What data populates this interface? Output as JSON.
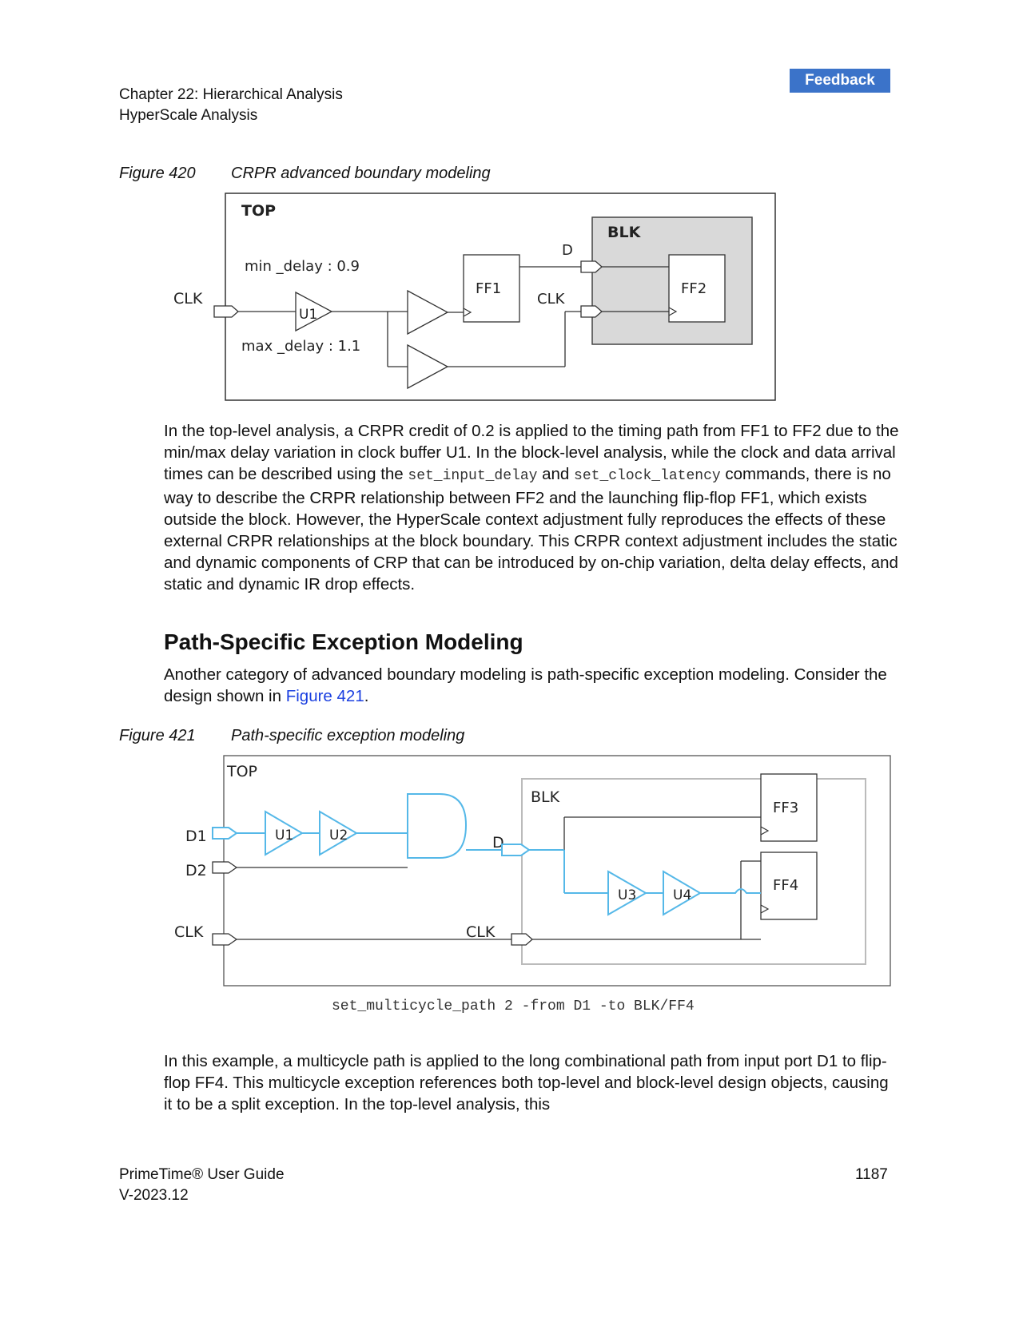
{
  "feedback_label": "Feedback",
  "header": {
    "chapter": "Chapter 22: Hierarchical Analysis",
    "section": "HyperScale Analysis"
  },
  "figure420": {
    "number": "Figure 420",
    "title": "CRPR advanced boundary modeling",
    "labels": {
      "top": "TOP",
      "blk": "BLK",
      "clk_in": "CLK",
      "min_delay": "min _delay : 0.9",
      "max_delay": "max _delay : 1.1",
      "u1": "U1",
      "ff1": "FF1",
      "ff2": "FF2",
      "d": "D",
      "clk_blk": "CLK"
    }
  },
  "para1": {
    "t1": "In the top-level analysis, a CRPR credit of 0.2 is applied to the timing path from FF1 to FF2 due to the min/max delay variation in clock buffer U1. In the block-level analysis, while the clock and data arrival times can be described using the ",
    "code1": "set_input_delay",
    "t2": " and ",
    "code2": "set_clock_latency",
    "t3": " commands, there is no way to describe the CRPR relationship between FF2 and the launching flip-flop FF1, which exists outside the block. However, the HyperScale context adjustment fully reproduces the effects of these external CRPR relationships at the block boundary. This CRPR context adjustment includes the static and dynamic components of CRP that can be introduced by on-chip variation, delta delay effects, and static and dynamic IR drop effects."
  },
  "section_title": "Path-Specific Exception Modeling",
  "para2": {
    "t1": "Another category of advanced boundary modeling is path-specific exception modeling. Consider the design shown in ",
    "link": "Figure 421",
    "t2": "."
  },
  "figure421": {
    "number": "Figure 421",
    "title": "Path-specific exception modeling",
    "labels": {
      "top": "TOP",
      "blk": "BLK",
      "d1": "D1",
      "d2": "D2",
      "clk_in": "CLK",
      "clk_blk": "CLK",
      "d": "D",
      "u1": "U1",
      "u2": "U2",
      "u3": "U3",
      "u4": "U4",
      "ff3": "FF3",
      "ff4": "FF4"
    },
    "command": "set_multicycle_path 2 -from D1 -to BLK/FF4",
    "highlight_color": "#55b8e8"
  },
  "para3": {
    "text": "In this example, a multicycle path is applied to the long combinational path from input port D1 to flip-flop FF4. This multicycle exception references both top-level and block-level design objects, causing it to be a split exception. In the top-level analysis, this"
  },
  "footer": {
    "product": "PrimeTime® User Guide",
    "version": "V-2023.12",
    "page": "1187"
  }
}
